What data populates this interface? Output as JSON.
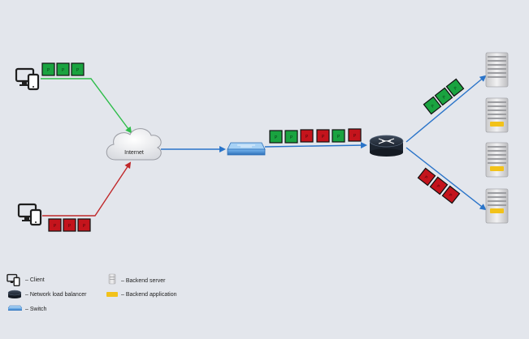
{
  "diagram": {
    "cloud_label": "Internet",
    "packet_label": "P",
    "colors": {
      "background": "#e3e6ec",
      "green_packet": "#1aa340",
      "red_packet": "#c4141c",
      "green_link": "#2ebd4a",
      "red_link": "#c0282a",
      "blue_link": "#2a74c9",
      "switch": "#3a86d6",
      "app_yellow": "#f2c21a"
    },
    "legend": [
      {
        "icon": "client-icon",
        "label": "– Client"
      },
      {
        "icon": "load-balancer-icon",
        "label": "– Network load balancer"
      },
      {
        "icon": "switch-icon",
        "label": "– Switch"
      },
      {
        "icon": "server-icon",
        "label": "– Backend server"
      },
      {
        "icon": "backend-app-icon",
        "label": "– Backend application"
      }
    ]
  }
}
